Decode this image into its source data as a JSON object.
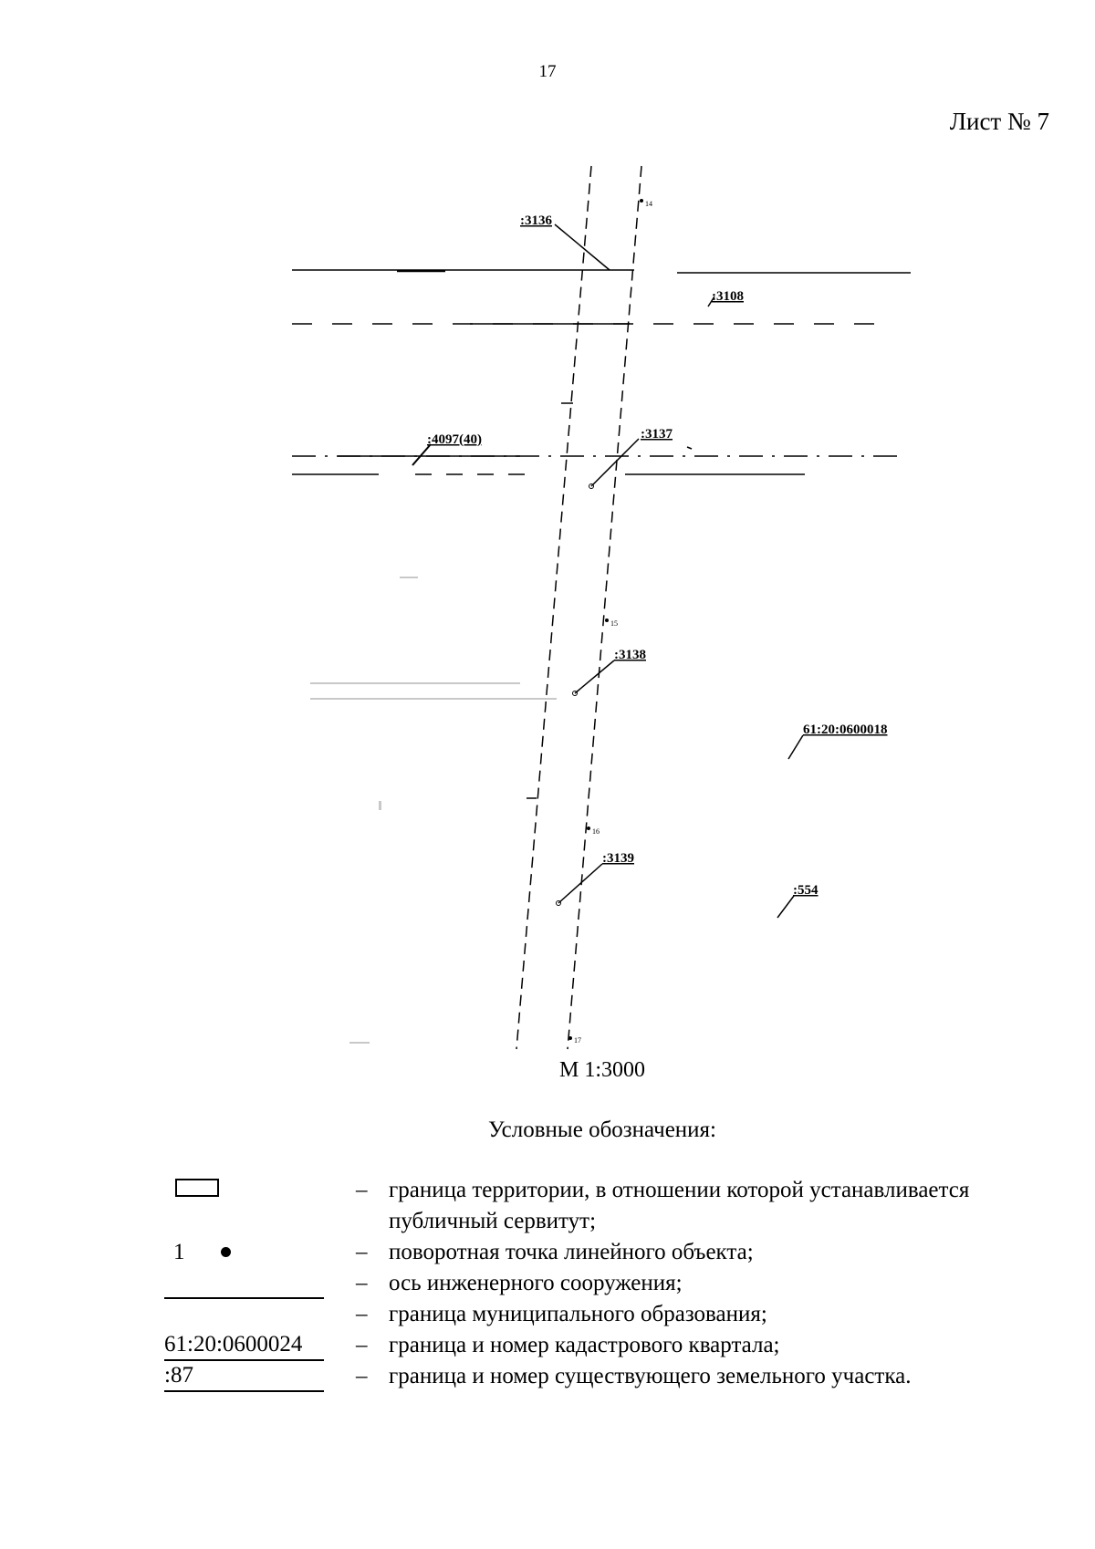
{
  "page": {
    "number": "17",
    "sheet": "Лист № 7"
  },
  "map": {
    "labels": {
      "p3136": ":3136",
      "p3108": ":3108",
      "p4097": ":4097(40)",
      "p3137": ":3137",
      "p3138": ":3138",
      "kvartal": "61:20:0600018",
      "p3139": ":3139",
      "p554": ":554"
    },
    "points": {
      "p14": "14",
      "p15": "15",
      "p16": "16",
      "p17": "17"
    },
    "scale": "М 1:3000"
  },
  "legend": {
    "title": "Условные обозначения:",
    "dash": "–",
    "items": [
      {
        "symbol": "rectangle",
        "text": "граница территории, в отношении которой устанавливается публичный сервитут;"
      },
      {
        "symbol": "point",
        "number": "1",
        "text": "поворотная точка линейного объекта;"
      },
      {
        "symbol": "none",
        "text": "ось инженерного сооружения;"
      },
      {
        "symbol": "solid-line",
        "text": "граница муниципального образования;"
      },
      {
        "symbol": "kvartal",
        "code": "61:20:0600024",
        "text": "граница и номер кадастрового квартала;"
      },
      {
        "symbol": "parcel",
        "code": ":87",
        "text": "граница и номер существующего земельного участка."
      }
    ]
  }
}
